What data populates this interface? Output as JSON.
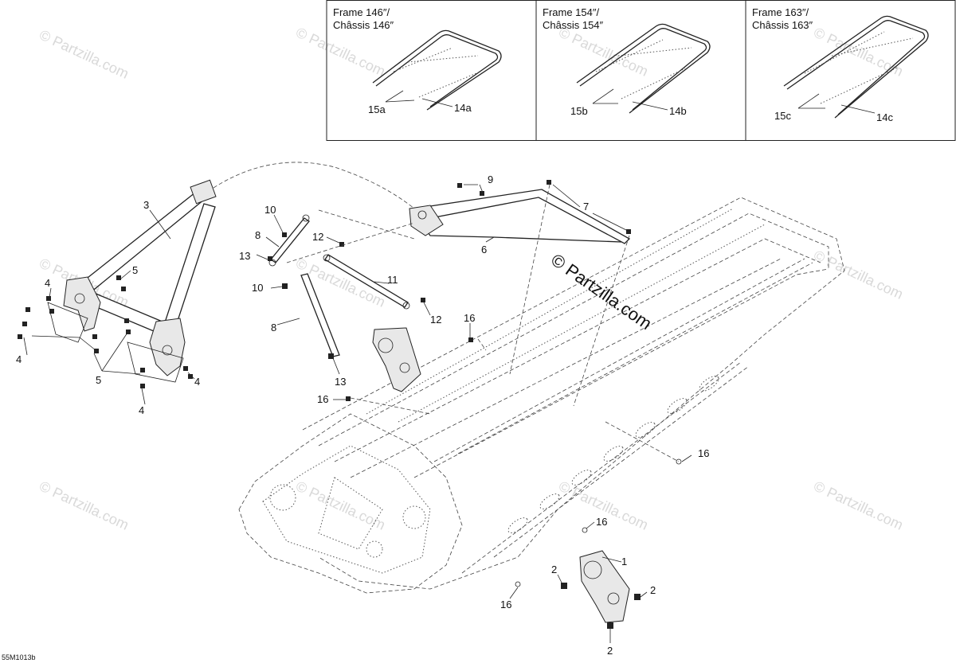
{
  "insets": [
    {
      "title_line1": "Frame 146″/",
      "title_line2": "Châssis 146″",
      "label_left": "15a",
      "label_right": "14a"
    },
    {
      "title_line1": "Frame 154″/",
      "title_line2": "Châssis 154″",
      "label_left": "15b",
      "label_right": "14b"
    },
    {
      "title_line1": "Frame 163″/",
      "title_line2": "Châssis 163″",
      "label_left": "15c",
      "label_right": "14c"
    }
  ],
  "callouts": {
    "c1": "1",
    "c2a": "2",
    "c2b": "2",
    "c2c": "2",
    "c3": "3",
    "c4a": "4",
    "c4b": "4",
    "c4c": "4",
    "c4d": "4",
    "c5a": "5",
    "c5b": "5",
    "c6": "6",
    "c7": "7",
    "c8a": "8",
    "c8b": "8",
    "c9": "9",
    "c10a": "10",
    "c10b": "10",
    "c11": "11",
    "c12a": "12",
    "c12b": "12",
    "c13a": "13",
    "c13b": "13",
    "c16a": "16",
    "c16b": "16",
    "c16c": "16",
    "c16d": "16",
    "c16e": "16"
  },
  "watermark_repeat": "© Partzilla.com",
  "watermark_center": "© Partzilla.com",
  "diagram_code": "55M1013b"
}
